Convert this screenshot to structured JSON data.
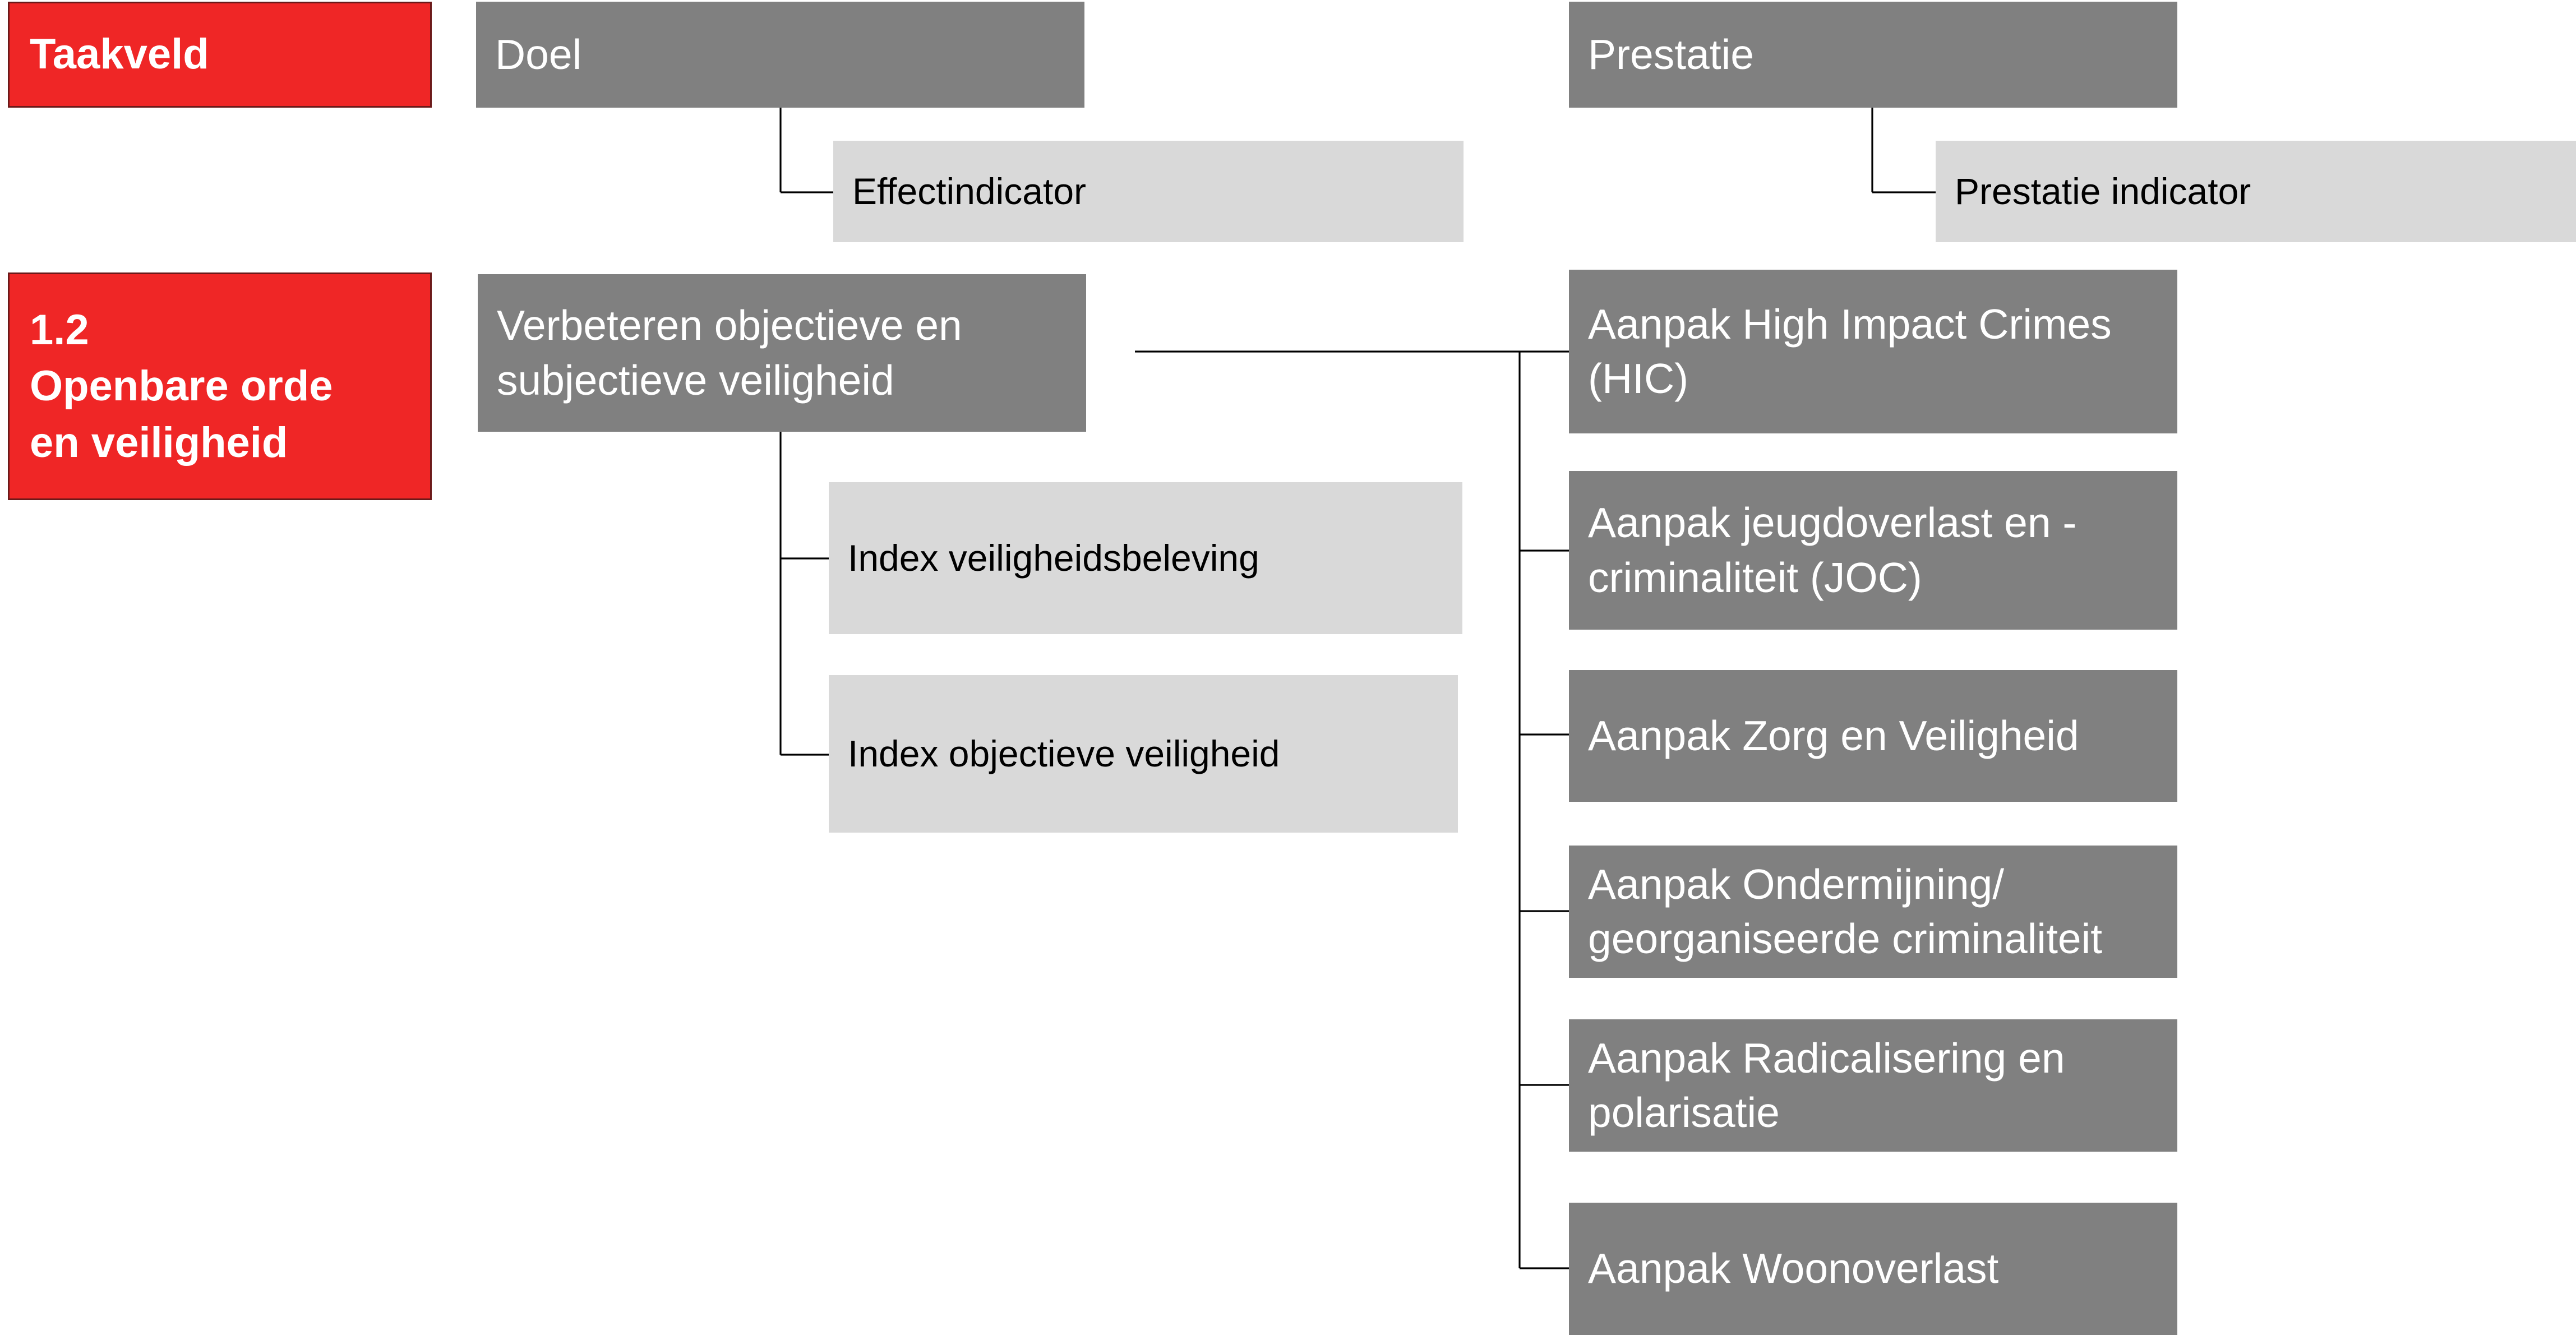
{
  "header": {
    "taakveld": "Taakveld",
    "doel": "Doel",
    "effectindicator": "Effectindicator",
    "prestatie": "Prestatie",
    "prestatie_indicator": "Prestatie indicator"
  },
  "taakveld": {
    "title": "1.2\nOpenbare orde\nen veiligheid"
  },
  "doel": {
    "title": "Verbeteren objectieve en\nsubjectieve veiligheid"
  },
  "effectindicatoren": [
    "Index veiligheidsbeleving",
    "Index objectieve veiligheid"
  ],
  "prestaties": [
    "Aanpak High Impact Crimes\n(HIC)",
    "Aanpak jeugdoverlast en -\ncriminaliteit (JOC)",
    "Aanpak Zorg en  Veiligheid",
    "Aanpak Ondermijning/\ngeorganiseerde criminaliteit",
    "Aanpak Radicalisering en\npolarisatie",
    "Aanpak Woonoverlast"
  ],
  "colors": {
    "taakveld_fill": "#ef2626",
    "doel_prestatie_fill": "#808080",
    "indicator_fill": "#d9d9d9",
    "connector": "#000000"
  }
}
